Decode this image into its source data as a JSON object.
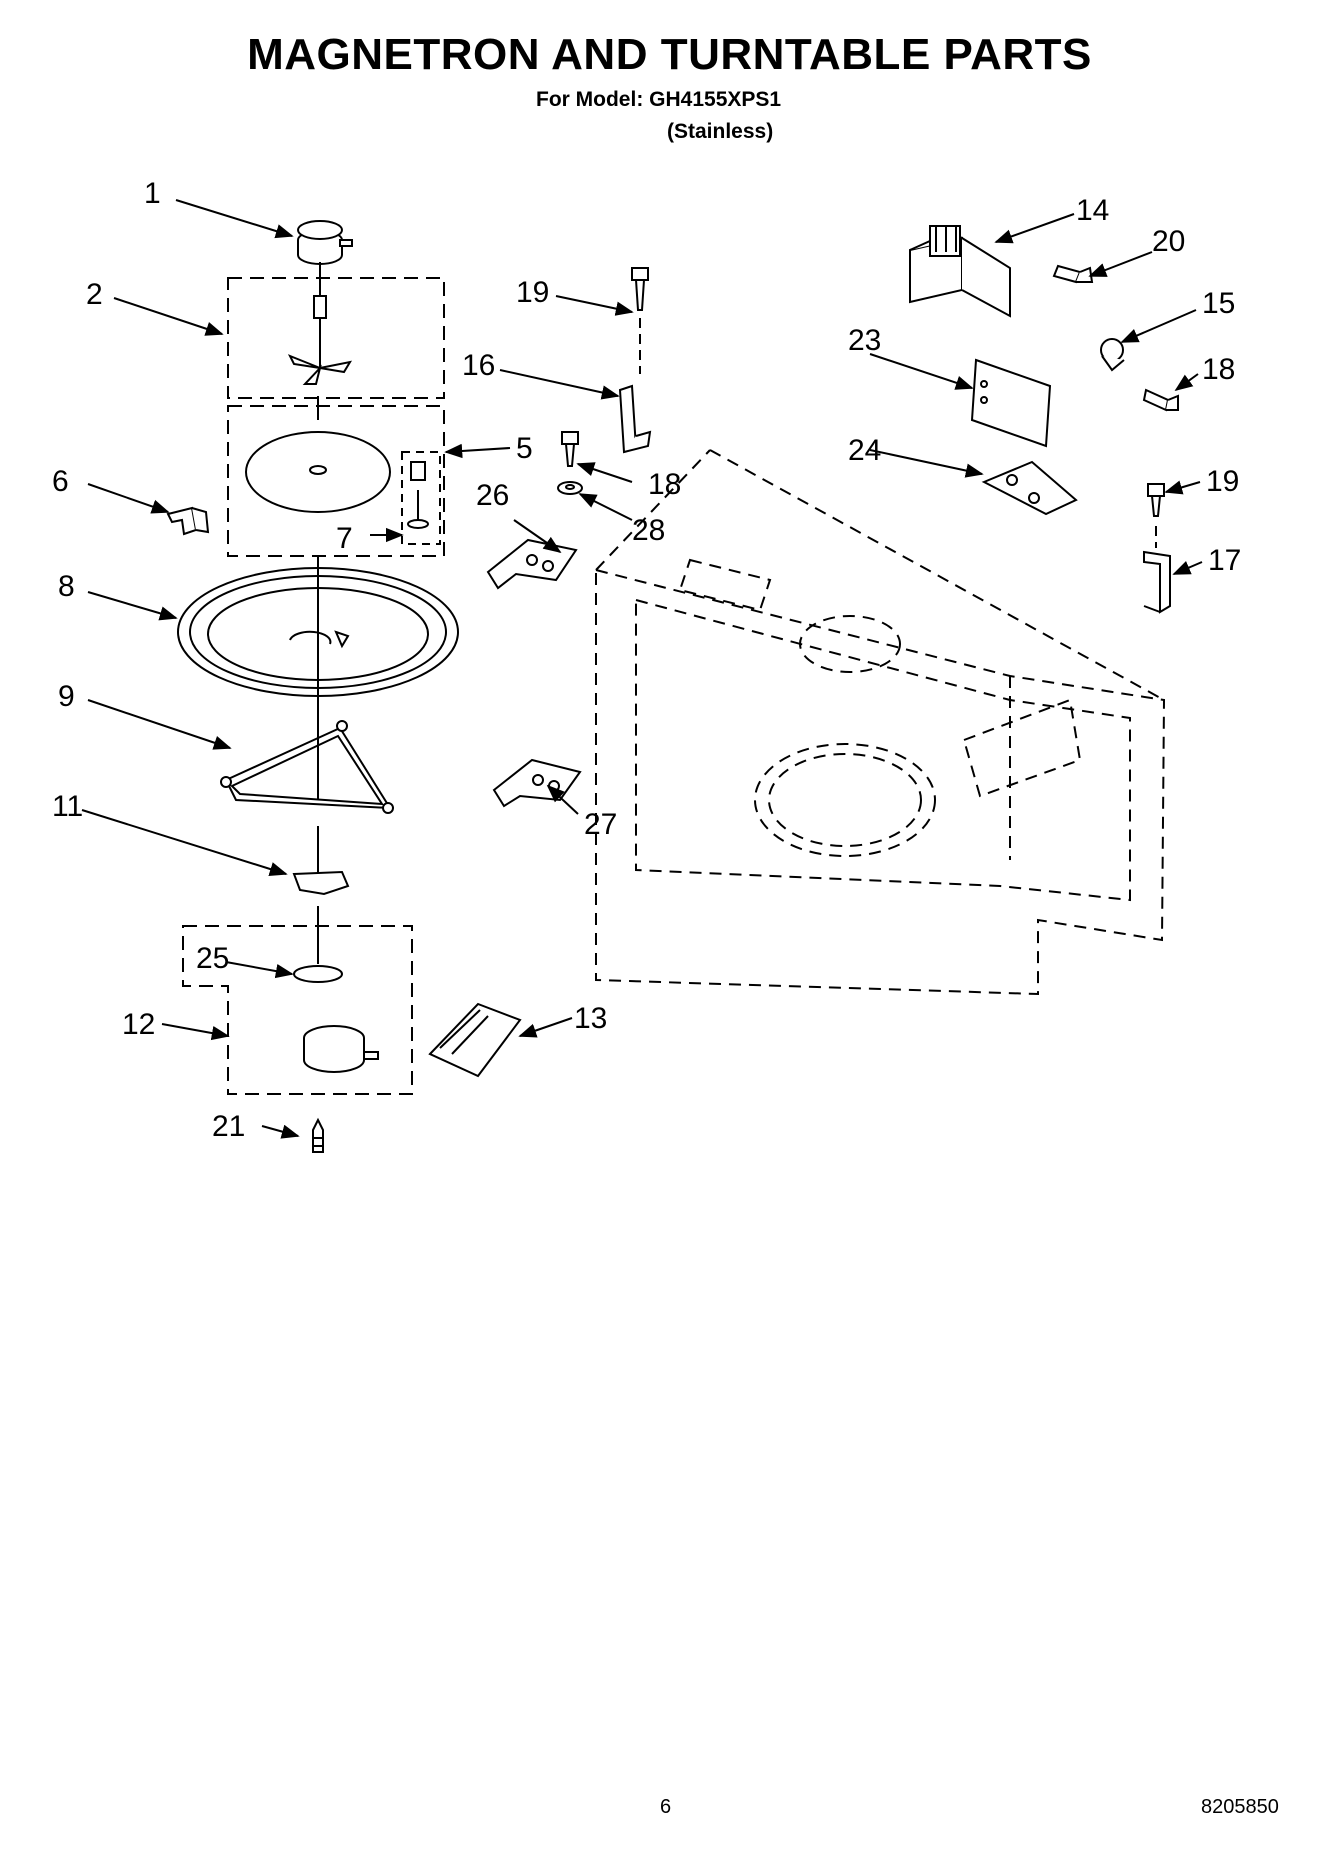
{
  "header": {
    "title": "MAGNETRON AND TURNTABLE PARTS",
    "model_line": "For Model: GH4155XPS1",
    "variant": "(Stainless)"
  },
  "callouts": [
    {
      "id": "c1",
      "label": "1"
    },
    {
      "id": "c2",
      "label": "2"
    },
    {
      "id": "c5",
      "label": "5"
    },
    {
      "id": "c6",
      "label": "6"
    },
    {
      "id": "c7",
      "label": "7"
    },
    {
      "id": "c8",
      "label": "8"
    },
    {
      "id": "c9",
      "label": "9"
    },
    {
      "id": "c11",
      "label": "11"
    },
    {
      "id": "c12",
      "label": "12"
    },
    {
      "id": "c13",
      "label": "13"
    },
    {
      "id": "c14",
      "label": "14"
    },
    {
      "id": "c15",
      "label": "15"
    },
    {
      "id": "c16",
      "label": "16"
    },
    {
      "id": "c17",
      "label": "17"
    },
    {
      "id": "c18a",
      "label": "18"
    },
    {
      "id": "c18b",
      "label": "18"
    },
    {
      "id": "c19a",
      "label": "19"
    },
    {
      "id": "c19b",
      "label": "19"
    },
    {
      "id": "c20",
      "label": "20"
    },
    {
      "id": "c21",
      "label": "21"
    },
    {
      "id": "c23",
      "label": "23"
    },
    {
      "id": "c24",
      "label": "24"
    },
    {
      "id": "c25",
      "label": "25"
    },
    {
      "id": "c26",
      "label": "26"
    },
    {
      "id": "c27",
      "label": "27"
    },
    {
      "id": "c28",
      "label": "28"
    }
  ],
  "footer": {
    "page_number": "6",
    "document_number": "8205850"
  }
}
